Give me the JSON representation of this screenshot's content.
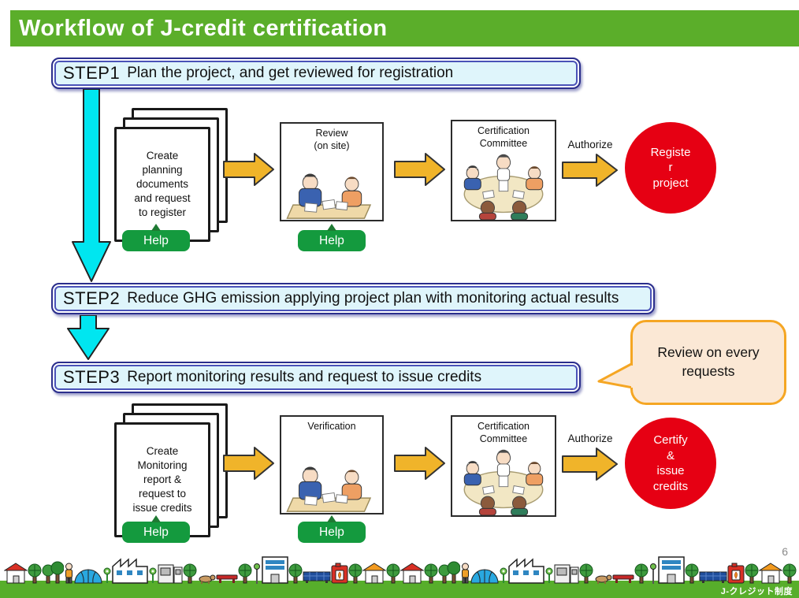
{
  "header": {
    "title": "Workflow of J-credit certification"
  },
  "steps": [
    {
      "label": "STEP1",
      "text": "Plan the project, and get reviewed for registration"
    },
    {
      "label": "STEP2",
      "text": "Reduce GHG emission applying project plan with monitoring actual results"
    },
    {
      "label": "STEP3",
      "text": "Report monitoring results and request to issue credits"
    }
  ],
  "flow1": {
    "doc_stack_lines": [
      "Create",
      "planning",
      "documents",
      "and request",
      "to register"
    ],
    "review_title_lines": [
      "Review",
      "(on site)"
    ],
    "committee_title_lines": [
      "Certification",
      "Committee"
    ],
    "authorize_label": "Authorize",
    "result_circle_lines": [
      "Registe",
      "r",
      "project"
    ],
    "help_labels": [
      "Help",
      "Help"
    ]
  },
  "flow2": {
    "doc_stack_lines": [
      "Create",
      "Monitoring",
      "report &",
      "request to",
      "issue credits"
    ],
    "verification_title_lines": [
      "Verification"
    ],
    "committee_title_lines": [
      "Certification",
      "Committee"
    ],
    "authorize_label": "Authorize",
    "result_circle_lines": [
      "Certify",
      "&",
      "issue",
      "credits"
    ],
    "help_labels": [
      "Help",
      "Help"
    ]
  },
  "callout": {
    "lines": [
      "Review on every",
      "requests"
    ]
  },
  "footer": {
    "page_number": "6",
    "logo_text": "J-クレジット制度",
    "icons": [
      "house-red",
      "tree",
      "trees",
      "person",
      "dome",
      "flower",
      "factory",
      "flower",
      "appliance",
      "tree",
      "dog",
      "bench",
      "tree",
      "lamp",
      "building",
      "tree",
      "solar",
      "stove",
      "tree",
      "house-orange",
      "tree",
      "house-red",
      "tree",
      "trees",
      "person",
      "dome",
      "flower",
      "factory",
      "flower",
      "appliance",
      "tree",
      "dog",
      "bench",
      "tree",
      "lamp",
      "building",
      "tree",
      "solar",
      "stove",
      "tree",
      "house-orange",
      "tree"
    ]
  },
  "colors": {
    "header_green": "#5BAE2A",
    "step_fill": "#DFF5FB",
    "step_border": "#2B2E8C",
    "connector_cyan": "#00E6F0",
    "flow_arrow_orange": "#F0B42A",
    "result_red": "#E60013",
    "help_green": "#149A3E",
    "bubble_fill": "#FBE8D5",
    "bubble_border": "#F5A623",
    "grass_green": "#57AE2B"
  }
}
